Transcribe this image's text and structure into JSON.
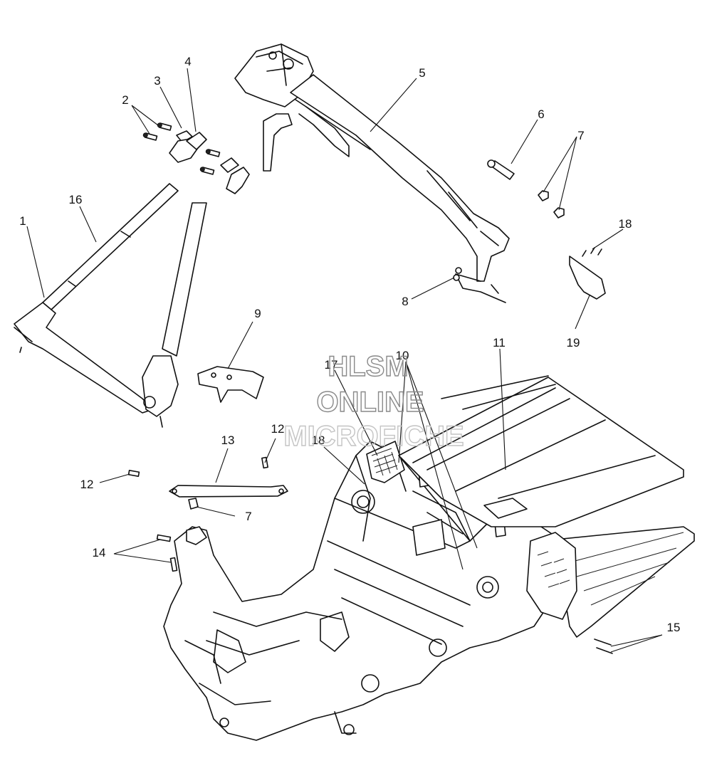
{
  "callouts": [
    {
      "id": "1",
      "label": "1"
    },
    {
      "id": "2",
      "label": "2"
    },
    {
      "id": "3",
      "label": "3"
    },
    {
      "id": "4",
      "label": "4"
    },
    {
      "id": "5",
      "label": "5"
    },
    {
      "id": "6",
      "label": "6"
    },
    {
      "id": "7a",
      "label": "7"
    },
    {
      "id": "7b",
      "label": "7"
    },
    {
      "id": "8",
      "label": "8"
    },
    {
      "id": "9",
      "label": "9"
    },
    {
      "id": "10",
      "label": "10"
    },
    {
      "id": "11",
      "label": "11"
    },
    {
      "id": "12a",
      "label": "12"
    },
    {
      "id": "12b",
      "label": "12"
    },
    {
      "id": "13",
      "label": "13"
    },
    {
      "id": "14",
      "label": "14"
    },
    {
      "id": "15",
      "label": "15"
    },
    {
      "id": "16",
      "label": "16"
    },
    {
      "id": "17",
      "label": "17"
    },
    {
      "id": "18a",
      "label": "18"
    },
    {
      "id": "18b",
      "label": "18"
    },
    {
      "id": "19",
      "label": "19"
    }
  ],
  "watermark": {
    "line1": "HLSM",
    "line2": "ONLINE",
    "line3": "MICROFICHE"
  }
}
